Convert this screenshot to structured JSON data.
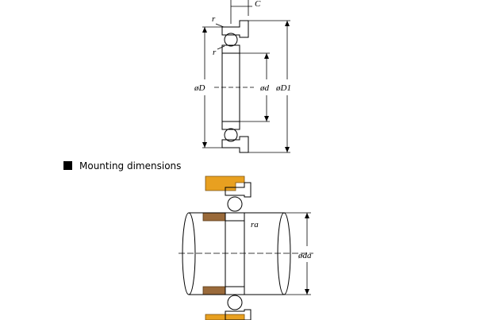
{
  "top_view": {
    "labels": {
      "r_top": "r",
      "r_mid": "r",
      "c": "C",
      "outer_diameter": "øD",
      "bore": "ød",
      "flange_diameter": "øD1"
    }
  },
  "mounting": {
    "heading": "Mounting dimensions",
    "labels": {
      "ra": "ra",
      "da": "øda"
    }
  },
  "colors": {
    "ring": "#a8d8f0",
    "housing": "#e8a020",
    "shoulder": "#9a6a3a",
    "ball": "#ffffff",
    "line": "#000000"
  }
}
